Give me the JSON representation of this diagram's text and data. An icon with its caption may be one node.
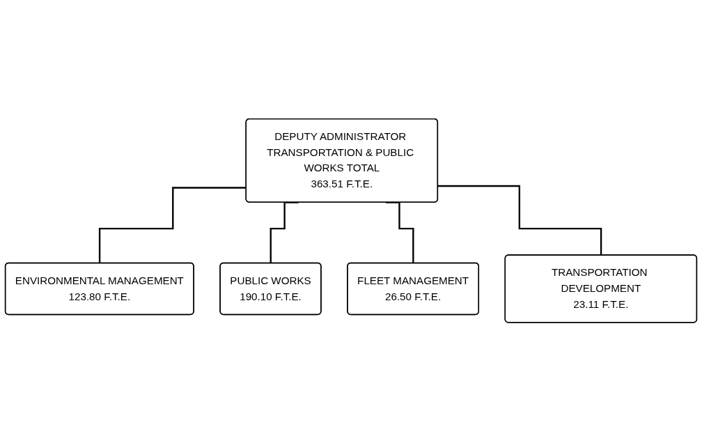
{
  "diagram": {
    "nodes": [
      {
        "text": [
          "DEPUTY ADMINISTRATOR TRANSPORTATION & PUBLIC WORKS TOTAL",
          "363.51 F.T.E."
        ]
      },
      {
        "text": [
          "ENVIRONMENTAL MANAGEMENT",
          "123.80 F.T.E."
        ]
      },
      {
        "text": [
          "PUBLIC WORKS",
          "190.10 F.T.E."
        ]
      },
      {
        "text": [
          "FLEET MANAGEMENT",
          "26.50 F.T.E."
        ]
      },
      {
        "text": [
          "TRANSPORTATION DEVELOPMENT",
          "23.11 F.T.E."
        ]
      }
    ],
    "edges": [
      {
        "from": 0,
        "to": 1,
        "arrow": "none"
      },
      {
        "from": 0,
        "to": 2,
        "arrow": "none"
      },
      {
        "from": 0,
        "to": 3,
        "arrow": "none"
      },
      {
        "from": 0,
        "to": 4,
        "arrow": "none"
      }
    ]
  }
}
